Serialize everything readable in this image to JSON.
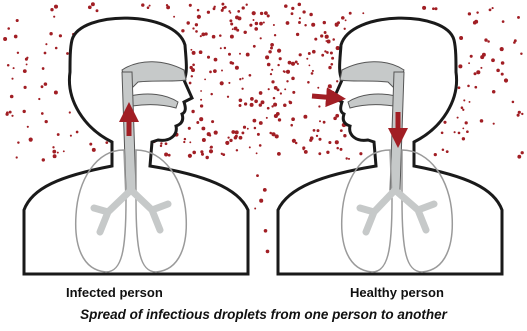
{
  "labels": {
    "infected": "Infected person",
    "healthy": "Healthy person"
  },
  "caption": "Spread of infectious droplets from one person to another",
  "colors": {
    "droplet": "#a11e24",
    "airway": "#c6c9c9",
    "outline": "#1a1a1a",
    "lung_outline": "#9a9a9a",
    "background": "#ffffff"
  }
}
